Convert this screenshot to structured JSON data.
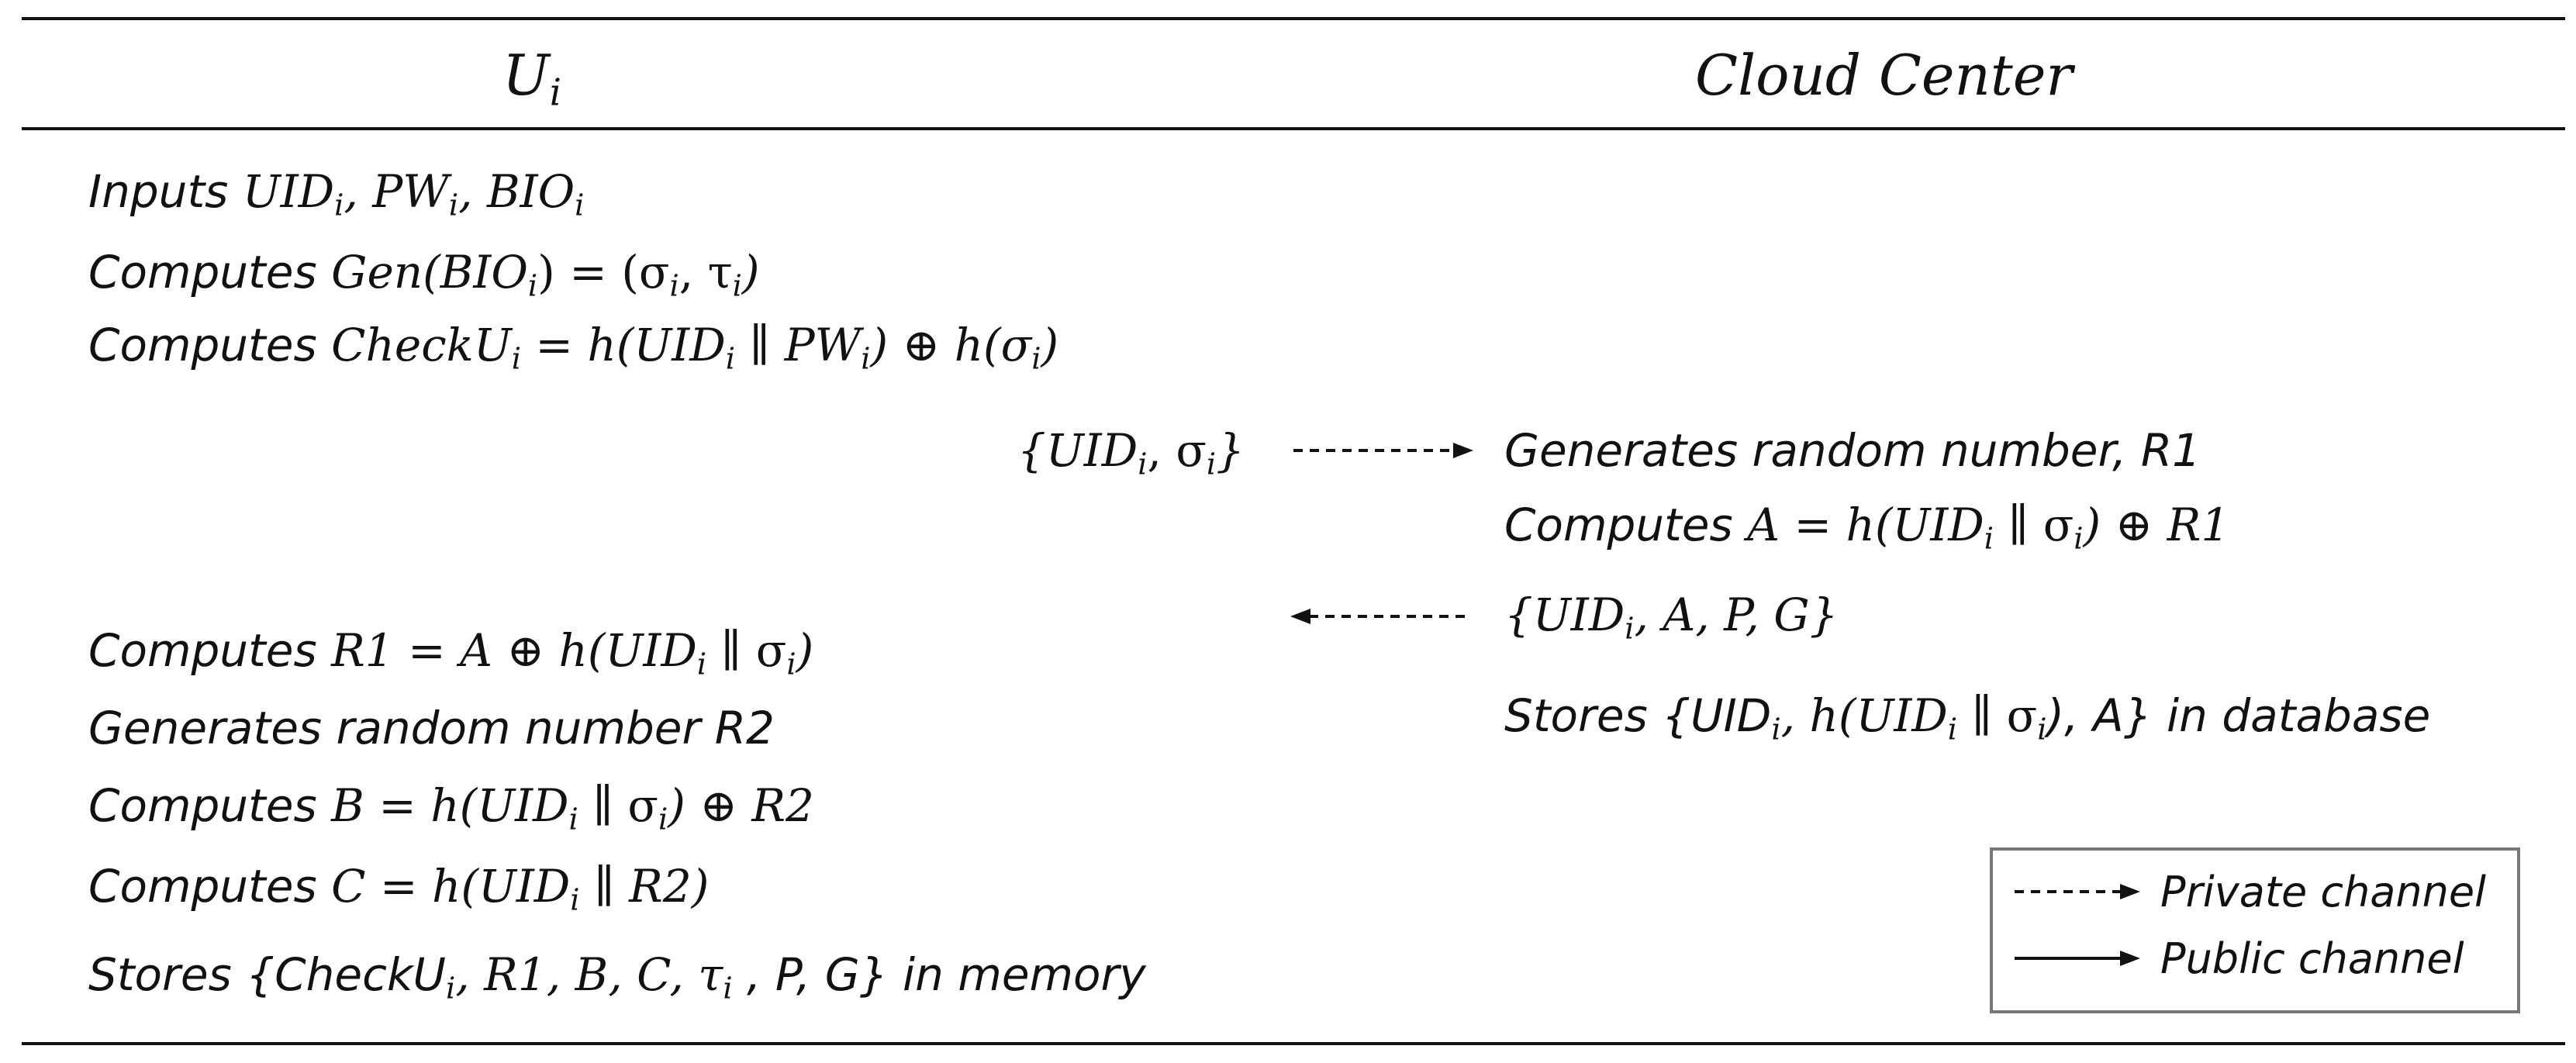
{
  "header": {
    "left": "U",
    "left_sub": "i",
    "right": "Cloud Center"
  },
  "user": {
    "inputs": {
      "verb": "Inputs",
      "a": "UID",
      "b": "PW",
      "c": "BIO",
      "sub": "i"
    },
    "gen": {
      "verb": "Computes",
      "fn": "Gen(BIO",
      "sub": "i",
      "rhs": ") = (σ",
      "tau": ", τ",
      "close": ")"
    },
    "check": {
      "verb": "Computes",
      "lhs": "CheckU",
      "sub": "i",
      "eq": "= h(UID",
      "pw": " ∥ PW",
      "xor": ") ⊕ h(σ",
      "close": ")"
    },
    "r1": {
      "verb": "Computes",
      "lhs": "R1 = A ⊕ h(UID",
      "sub": "i",
      "mid": " ∥ σ",
      "close": ")"
    },
    "gen_r2": {
      "text": "Generates random number R2"
    },
    "b": {
      "verb": "Computes",
      "lhs": "B = h(UID",
      "sub": "i",
      "mid": " ∥ σ",
      "close": ") ⊕ R2"
    },
    "c": {
      "verb": "Computes",
      "lhs": "C = h(UID",
      "sub": "i",
      "close": " ∥ R2)"
    },
    "store": {
      "pre": "Stores {CheckU",
      "sub": "i",
      "mid": ", R1, B, C, τ",
      "post": " , P, G} in memory"
    }
  },
  "messages": {
    "to_cloud": {
      "open": "{UID",
      "sub": "i",
      "mid": ", σ",
      "close": "}"
    },
    "to_user": {
      "open": "{UID",
      "sub": "i",
      "close": ", A, P, G}"
    }
  },
  "cloud": {
    "gen_r1": {
      "text": "Generates random number, R1"
    },
    "a": {
      "verb": "Computes",
      "lhs": "A = h(UID",
      "sub": "i",
      "mid": " ∥ σ",
      "close": ") ⊕ R1"
    },
    "store": {
      "pre": "Stores {UID",
      "sub": "i",
      "mid": ",  h(UID",
      "mid2": " ∥ σ",
      "post": "), A} in database"
    }
  },
  "legend": {
    "private": "Private channel",
    "public": "Public channel"
  }
}
